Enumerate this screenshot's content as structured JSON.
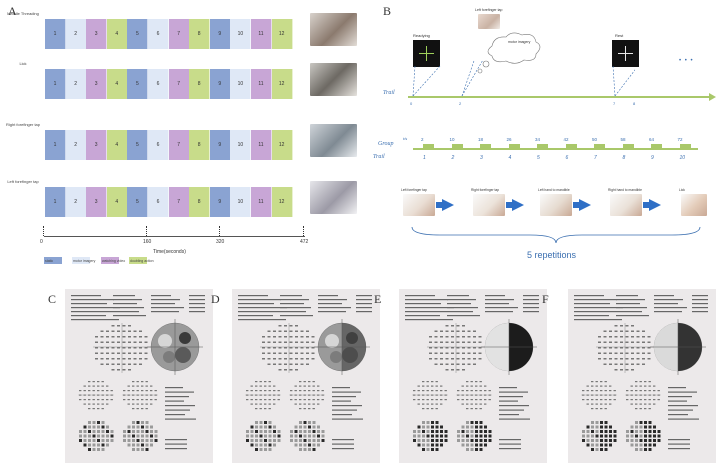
{
  "panel_a": {
    "label": "A",
    "rows": [
      {
        "name": "Needle Threading"
      },
      {
        "name": "Lick"
      },
      {
        "name": "Right forefinger tap"
      },
      {
        "name": "Left forefinger tap"
      }
    ],
    "block_numbers": [
      "1",
      "2",
      "3",
      "4",
      "5",
      "6",
      "7",
      "8",
      "9",
      "10",
      "11",
      "12"
    ],
    "block_colors": [
      "#8aa3d2",
      "#dfe8f6",
      "#c8a6d6",
      "#c8dc8a",
      "#8aa3d2",
      "#dfe8f6",
      "#c8a6d6",
      "#c8dc8a",
      "#8aa3d2",
      "#dfe8f6",
      "#c8a6d6",
      "#c8dc8a"
    ],
    "time_ticks": [
      "0",
      "160",
      "320",
      "472"
    ],
    "time_axis_label": "Time(seconds)",
    "legend": [
      {
        "label": "static",
        "color": "#8aa3d2"
      },
      {
        "label": "motor imagery",
        "color": "#dfe8f6"
      },
      {
        "label": "watching video",
        "color": "#c8a6d6"
      },
      {
        "label": "doubling action",
        "color": "#c8dc8a"
      }
    ]
  },
  "panel_b": {
    "label": "B",
    "readying_label": "Readying",
    "rest_label": "Rest",
    "thought_label": "motor imagery",
    "cue_label": "Left forefinger tap",
    "ellipsis": "• • •",
    "trail_label": "Trail",
    "trail_ticks": [
      "0",
      "2",
      "7",
      "8"
    ],
    "group_label": "Group",
    "ts_label": "t/s",
    "group_times": [
      "2",
      "10",
      "18",
      "26",
      "34",
      "42",
      "50",
      "58",
      "64",
      "72"
    ],
    "trail_numbers": [
      "1",
      "2",
      "3",
      "4",
      "5",
      "6",
      "7",
      "8",
      "9",
      "10"
    ],
    "sequence_captions": [
      "Left forefinger tap",
      "Right forefinger tap",
      "Left hand to mandible",
      "Right hand to mandible",
      "Lick"
    ],
    "repetitions": "5 repetitions"
  },
  "panel_c": {
    "label": "C"
  },
  "panel_d": {
    "label": "D"
  },
  "panel_e": {
    "label": "E"
  },
  "panel_f": {
    "label": "F"
  }
}
